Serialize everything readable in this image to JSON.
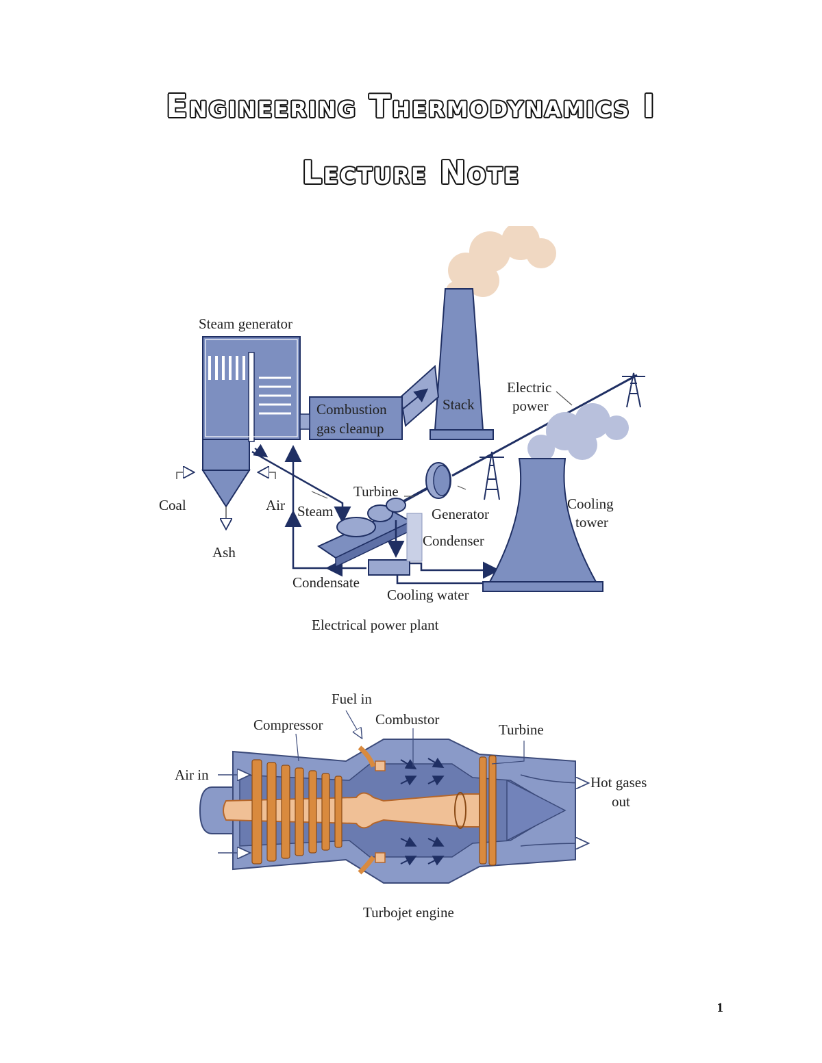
{
  "document": {
    "title_line1": "Engineering Thermodynamics I",
    "title_line2": "Lecture Note",
    "page_number": "1"
  },
  "figure_power_plant": {
    "caption": "Electrical power plant",
    "labels": {
      "steam_generator": "Steam generator",
      "combustion_line1": "Combustion",
      "combustion_line2": "gas cleanup",
      "stack": "Stack",
      "electric_line1": "Electric",
      "electric_line2": "power",
      "turbine": "Turbine",
      "generator": "Generator",
      "cooling_line1": "Cooling",
      "cooling_line2": "tower",
      "coal": "Coal",
      "air": "Air",
      "steam": "Steam",
      "ash": "Ash",
      "condenser": "Condenser",
      "condensate": "Condensate",
      "cooling_water": "Cooling water"
    }
  },
  "figure_turbojet": {
    "caption": "Turbojet engine",
    "labels": {
      "fuel_in": "Fuel in",
      "compressor": "Compressor",
      "combustor": "Combustor",
      "turbine": "Turbine",
      "air_in": "Air in",
      "hot_line1": "Hot gases",
      "hot_line2": "out"
    }
  },
  "colors": {
    "equipment_blue": "#7d8fc0",
    "dark_blue": "#1f2f63",
    "smoke_beige": "#f0d8c2",
    "smoke_blue": "#b8c0dc",
    "rotor_orange": "#d98a3e",
    "shaft_tan": "#f0c096"
  }
}
